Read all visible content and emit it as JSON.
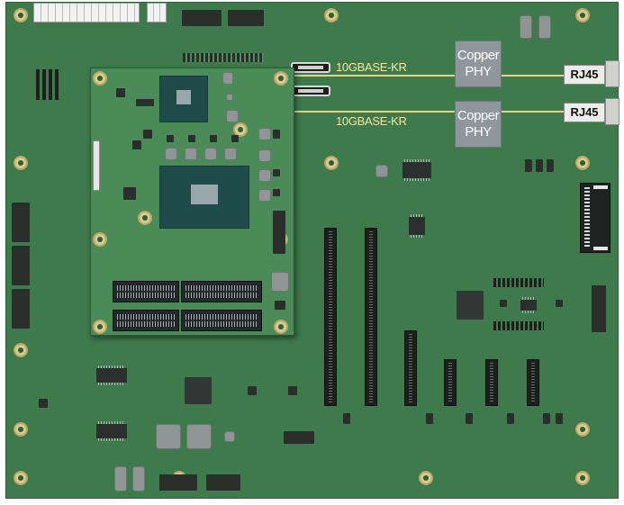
{
  "labels": {
    "kr_top": "10GBASE-KR",
    "kr_bottom": "10GBASE-KR",
    "phy_top": "Copper PHY",
    "phy_bottom": "Copper PHY",
    "rj_top": "RJ45",
    "rj_bottom": "RJ45"
  },
  "colors": {
    "board": "#3e7a4c",
    "module": "#4a8b58",
    "trace": "#e2d58a",
    "phy": "#8f969c"
  }
}
